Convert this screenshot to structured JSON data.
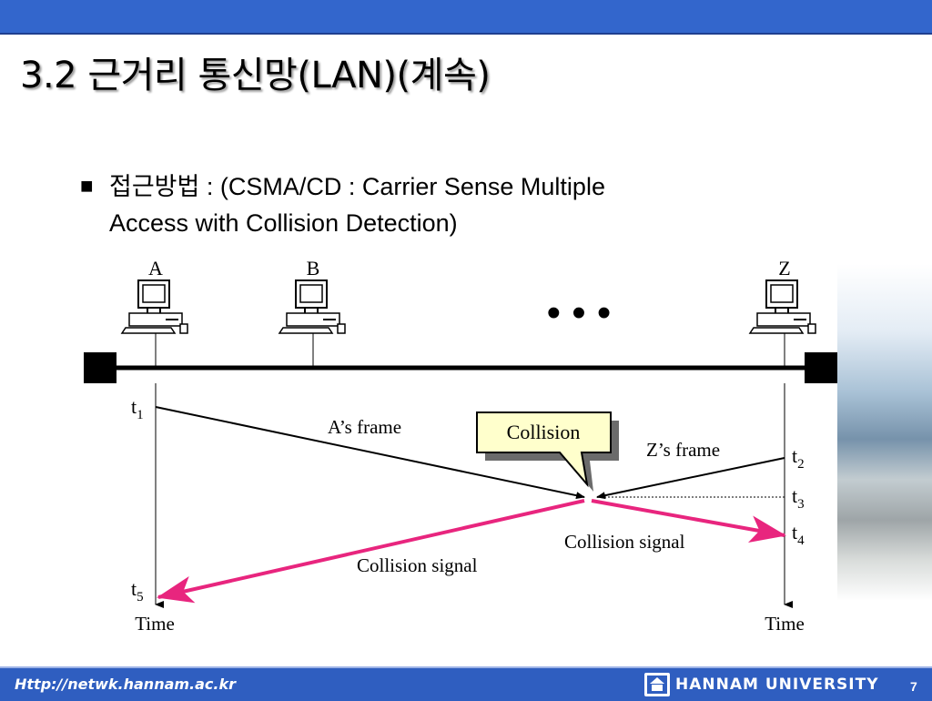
{
  "slide": {
    "title": "3.2 근거리 통신망(LAN)(계속)",
    "bullet_marker": "■",
    "bullet_line1": "접근방법 : (CSMA/CD : Carrier Sense Multiple",
    "bullet_line2": "Access with Collision Detection)"
  },
  "diagram": {
    "stations": [
      "A",
      "B",
      "Z"
    ],
    "ellipsis": "• • •",
    "callout": "Collision",
    "frame_a": "A’s frame",
    "frame_z": "Z’s frame",
    "signal_right": "Collision signal",
    "signal_left": "Collision signal",
    "time_left": "Time",
    "time_right": "Time",
    "t_labels": {
      "t1": {
        "base": "t",
        "sub": "1"
      },
      "t2": {
        "base": "t",
        "sub": "2"
      },
      "t3": {
        "base": "t",
        "sub": "3"
      },
      "t4": {
        "base": "t",
        "sub": "4"
      },
      "t5": {
        "base": "t",
        "sub": "5"
      }
    },
    "colors": {
      "arrow": "#000000",
      "signal": "#e8257e",
      "callout_fill": "#ffffcc"
    }
  },
  "footer": {
    "url": "Http://netwk.hannam.ac.kr",
    "university": "HANNAM  UNIVERSITY",
    "page": "7"
  }
}
